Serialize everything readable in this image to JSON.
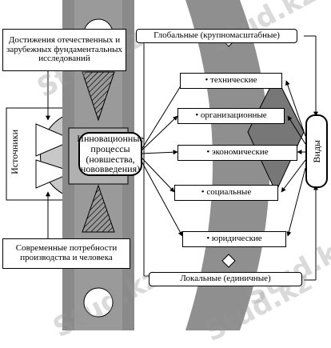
{
  "left_top_box": "Достижения отечественных и зарубежных фундаментальных исследований",
  "left_bottom_box": "Современные потребности производства и человека",
  "sources_label": "Источники",
  "center_box": "Инновационные процессы (новшества, нововведения)",
  "types_label": "Виды",
  "global_label": "Глобальные (крупномасштабные)",
  "local_label": "Локальные (единичные)",
  "type_items": [
    "• технические",
    "• организационные",
    "• экономические",
    "• социальные",
    "• юридические"
  ],
  "watermarks": [
    "Stud.kz",
    "Stud.kz",
    "Stud.kz",
    "Stud.kz",
    "Stud.kz"
  ],
  "colors": {
    "column": "#8a8a8a",
    "arc": "#8f8f8f",
    "line": "#000000"
  }
}
